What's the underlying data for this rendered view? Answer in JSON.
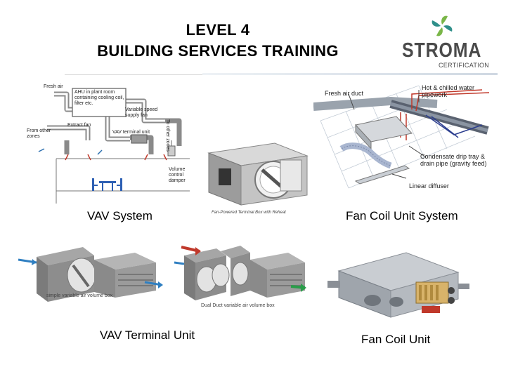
{
  "slide": {
    "title_line1": "LEVEL 4",
    "title_line2": "BUILDING SERVICES TRAINING"
  },
  "logo": {
    "brand": "STROMA",
    "sub": "CERTIFICATION",
    "colors": {
      "green": "#7ab648",
      "teal": "#2f8f8a",
      "gray": "#4a4a4a"
    }
  },
  "captions": {
    "vav_system": "VAV System",
    "fcu_system": "Fan Coil Unit System",
    "vav_terminal": "VAV Terminal Unit",
    "fan_coil": "Fan Coil Unit"
  },
  "vav_diagram": {
    "fresh_air": "Fresh air",
    "ahu": "AHU in plant room containing cooling coil, filter etc.",
    "extract_fan": "Extract fan",
    "supply_fan": "Variable speed supply fan",
    "vav_unit": "VAV terminal unit",
    "from_other": "From other zones",
    "to_other": "To other zones",
    "volume_damper": "Volume control damper"
  },
  "fpb_caption": "Fan-Powered Terminal Box with Reheat",
  "fcu_diagram": {
    "fresh_air_duct": "Fresh air duct",
    "pipework": "Hot & chilled water pipework",
    "condensate": "Condensate drip tray & drain pipe (gravity feed)",
    "linear_diffuser": "Linear diffuser"
  },
  "vav_box_captions": {
    "simple": "simple variable air volume box",
    "dual": "Dual Duct variable air volume box"
  }
}
